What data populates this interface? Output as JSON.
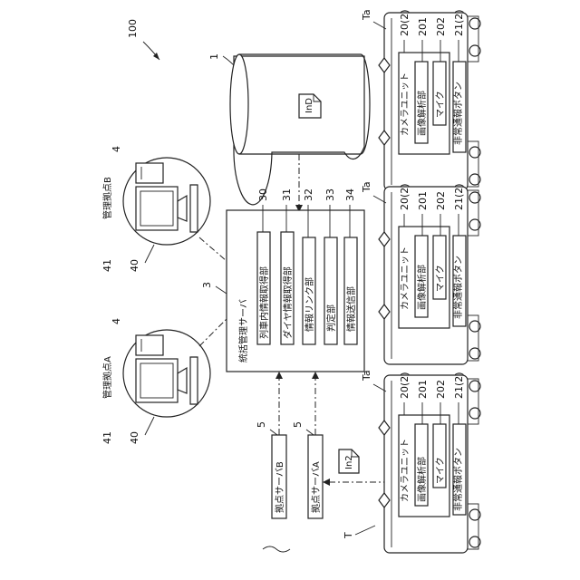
{
  "figure": {
    "number": "100",
    "callouts": {
      "db": "1",
      "server": "3",
      "site_servers": [
        "5",
        "5"
      ],
      "terminals": [
        "4",
        "4"
      ],
      "terminal_parts": [
        "41",
        "41"
      ],
      "terminal_circles": [
        "40",
        "40"
      ],
      "train_ref": "T",
      "car_ref": "Ta"
    }
  },
  "database": {
    "label": "InD"
  },
  "incoming_info": {
    "label": "In2"
  },
  "sites": [
    {
      "name": "管理拠点B"
    },
    {
      "name": "管理拠点A"
    }
  ],
  "central_server": {
    "title": "統括管理サーバ",
    "units": [
      {
        "ref": "30",
        "name": "列車内情報取得部"
      },
      {
        "ref": "31",
        "name": "ダイヤ情報取得部"
      },
      {
        "ref": "32",
        "name": "情報リンク部"
      },
      {
        "ref": "33",
        "name": "判定部"
      },
      {
        "ref": "34",
        "name": "情報送信部"
      }
    ]
  },
  "site_servers": [
    {
      "name": "拠点サーバB"
    },
    {
      "name": "拠点サーバA"
    }
  ],
  "cars": [
    {
      "ref": "Ta",
      "camera_ref": "20(2)",
      "camera": "カメラユニット",
      "analysis_ref": "201",
      "analysis": "画像解析部",
      "mic_ref": "202",
      "mic": "マイク",
      "button_ref": "21(2)",
      "button": "非常通報ボタン"
    },
    {
      "ref": "Ta",
      "camera_ref": "20(2)",
      "camera": "カメラユニット",
      "analysis_ref": "201",
      "analysis": "画像解析部",
      "mic_ref": "202",
      "mic": "マイク",
      "button_ref": "21(2)",
      "button": "非常通報ボタン"
    },
    {
      "ref": "Ta",
      "camera_ref": "20(2)",
      "camera": "カメラユニット",
      "analysis_ref": "201",
      "analysis": "画像解析部",
      "mic_ref": "202",
      "mic": "マイク",
      "button_ref": "21(2)",
      "button": "非常通報ボタン"
    }
  ]
}
